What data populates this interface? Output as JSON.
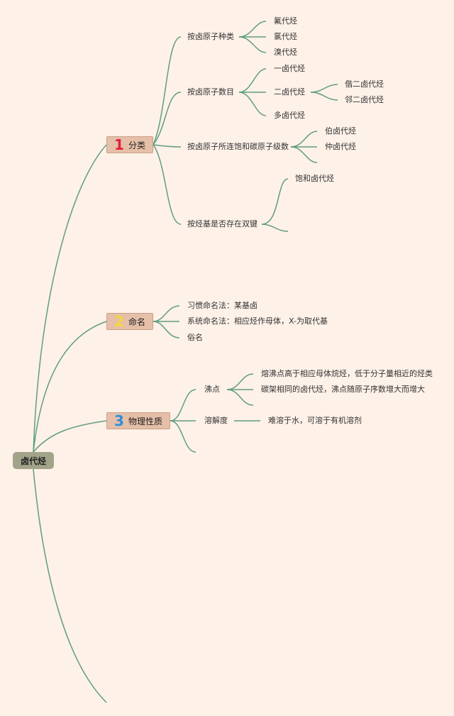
{
  "root": "卤代烃",
  "colors": {
    "link": "#5f9e7f",
    "num1": "#e0203a",
    "num2": "#f2d93a",
    "num3": "#2d8fd8",
    "main_bg": "#e6bfa8",
    "root_bg": "#a3a38a",
    "background": "#fef1e8"
  },
  "branches": [
    {
      "number": "1",
      "label": "分类",
      "children": [
        {
          "label": "按卤原子种类",
          "children": [
            {
              "label": "氟代烃"
            },
            {
              "label": "氯代烃"
            },
            {
              "label": "溴代烃"
            }
          ]
        },
        {
          "label": "按卤原子数目",
          "children": [
            {
              "label": "一卤代烃"
            },
            {
              "label": "二卤代烃",
              "children": [
                {
                  "label": "偕二卤代烃"
                },
                {
                  "label": "邻二卤代烃"
                }
              ]
            },
            {
              "label": "多卤代烃"
            }
          ]
        },
        {
          "label": "按卤原子所连饱和碳原子级数",
          "children": [
            {
              "label": "伯卤代烃"
            },
            {
              "label": "仲卤代烃"
            },
            {
              "label": ""
            }
          ]
        },
        {
          "label": "按烃基是否存在双键",
          "children": [
            {
              "label": "饱和卤代烃"
            },
            {
              "label": ""
            }
          ]
        }
      ]
    },
    {
      "number": "2",
      "label": "命名",
      "children": [
        {
          "label": "习惯命名法：某基卤"
        },
        {
          "label": "系统命名法：相应烃作母体，X-为取代基"
        },
        {
          "label": "俗名"
        }
      ]
    },
    {
      "number": "3",
      "label": "物理性质",
      "children": [
        {
          "label": "沸点",
          "children": [
            {
              "label": "熔沸点高于相应母体烷烃，低于分子量相近的烃类"
            },
            {
              "label": "碳架相同的卤代烃，沸点随原子序数增大而增大"
            },
            {
              "label": ""
            }
          ]
        },
        {
          "label": "溶解度",
          "children": [
            {
              "label": "难溶于水，可溶于有机溶剂"
            }
          ]
        },
        {
          "label": ""
        }
      ]
    },
    {
      "number": "",
      "label": "",
      "children": []
    }
  ]
}
